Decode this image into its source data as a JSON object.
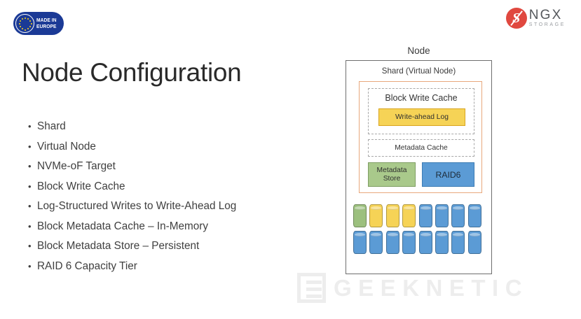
{
  "slide": {
    "title": "Node Configuration",
    "background_color": "#ffffff"
  },
  "eu_badge": {
    "line1": "MADE IN",
    "line2": "EUROPE",
    "background_color": "#1b3a96",
    "star_color": "#ffd617"
  },
  "brand_logo": {
    "mark_letter": "S",
    "name": "NGX",
    "subtitle": "STORAGE",
    "mark_color": "#e0483f",
    "name_color": "#55585c"
  },
  "bullets": [
    {
      "text": "Shard"
    },
    {
      "text": "Virtual Node"
    },
    {
      "text": "NVMe-oF Target"
    },
    {
      "text": "Block Write Cache"
    },
    {
      "text": "Log-Structured Writes to Write-Ahead Log"
    },
    {
      "text": "Block Metadata Cache – In-Memory"
    },
    {
      "text": "Block Metadata Store – Persistent"
    },
    {
      "text": "RAID 6 Capacity Tier"
    }
  ],
  "diagram": {
    "node_label": "Node",
    "shard_label": "Shard (Virtual Node)",
    "block_write_cache": {
      "label": "Block Write Cache",
      "write_ahead_log": {
        "label": "Write-ahead Log",
        "fill_color": "#f6d356",
        "border_color": "#d9a520"
      }
    },
    "metadata_cache": {
      "label": "Metadata Cache"
    },
    "metadata_store": {
      "label": "Metadata Store",
      "fill_color": "#a9c98b",
      "border_color": "#7f9e63"
    },
    "raid": {
      "label": "RAID6",
      "fill_color": "#5b9bd5",
      "border_color": "#3d7cb4"
    },
    "shard_border_color": "#e8a87c",
    "node_border_color": "#6e6e6e",
    "disks": {
      "row1": [
        "green",
        "yellow",
        "yellow",
        "yellow",
        "blue",
        "blue",
        "blue",
        "blue"
      ],
      "row2": [
        "blue",
        "blue",
        "blue",
        "blue",
        "blue",
        "blue",
        "blue",
        "blue"
      ],
      "color_map": {
        "green": "#9cc07e",
        "yellow": "#f6d356",
        "blue": "#5b9bd5"
      }
    }
  },
  "watermark": {
    "text": "GEEKNETIC",
    "color": "#ededed"
  }
}
